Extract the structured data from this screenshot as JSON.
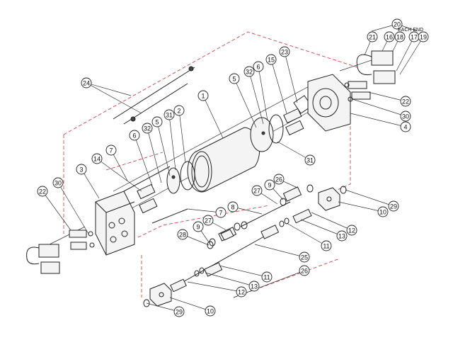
{
  "note": "EACH END",
  "callouts": [
    {
      "id": "c20",
      "label": "20"
    },
    {
      "id": "c21",
      "label": "21"
    },
    {
      "id": "c16",
      "label": "16"
    },
    {
      "id": "c18",
      "label": "18"
    },
    {
      "id": "c17",
      "label": "17"
    },
    {
      "id": "c19",
      "label": "19"
    },
    {
      "id": "c24",
      "label": "24"
    },
    {
      "id": "c23",
      "label": "23"
    },
    {
      "id": "c15",
      "label": "15"
    },
    {
      "id": "c6a",
      "label": "6"
    },
    {
      "id": "c32a",
      "label": "32"
    },
    {
      "id": "c5a",
      "label": "5"
    },
    {
      "id": "c1",
      "label": "1"
    },
    {
      "id": "c2",
      "label": "2"
    },
    {
      "id": "c31a",
      "label": "31"
    },
    {
      "id": "c5b",
      "label": "5"
    },
    {
      "id": "c32b",
      "label": "32"
    },
    {
      "id": "c6b",
      "label": "6"
    },
    {
      "id": "c7a",
      "label": "7"
    },
    {
      "id": "c14",
      "label": "14"
    },
    {
      "id": "c3",
      "label": "3"
    },
    {
      "id": "c31b",
      "label": "31"
    },
    {
      "id": "c22a",
      "label": "22"
    },
    {
      "id": "c30a",
      "label": "30"
    },
    {
      "id": "c4",
      "label": "4"
    },
    {
      "id": "c22b",
      "label": "22"
    },
    {
      "id": "c30b",
      "label": "30"
    },
    {
      "id": "c26a",
      "label": "26"
    },
    {
      "id": "c9a",
      "label": "9"
    },
    {
      "id": "c27a",
      "label": "27"
    },
    {
      "id": "c8",
      "label": "8"
    },
    {
      "id": "c7b",
      "label": "7"
    },
    {
      "id": "c29a",
      "label": "29"
    },
    {
      "id": "c10a",
      "label": "10"
    },
    {
      "id": "c12a",
      "label": "12"
    },
    {
      "id": "c13a",
      "label": "13"
    },
    {
      "id": "c11a",
      "label": "11"
    },
    {
      "id": "c9b",
      "label": "9"
    },
    {
      "id": "c27b",
      "label": "27"
    },
    {
      "id": "c28",
      "label": "28"
    },
    {
      "id": "c25",
      "label": "25"
    },
    {
      "id": "c26b",
      "label": "26"
    },
    {
      "id": "c11b",
      "label": "11"
    },
    {
      "id": "c13b",
      "label": "13"
    },
    {
      "id": "c12b",
      "label": "12"
    },
    {
      "id": "c29b",
      "label": "29"
    },
    {
      "id": "c10b",
      "label": "10"
    }
  ]
}
